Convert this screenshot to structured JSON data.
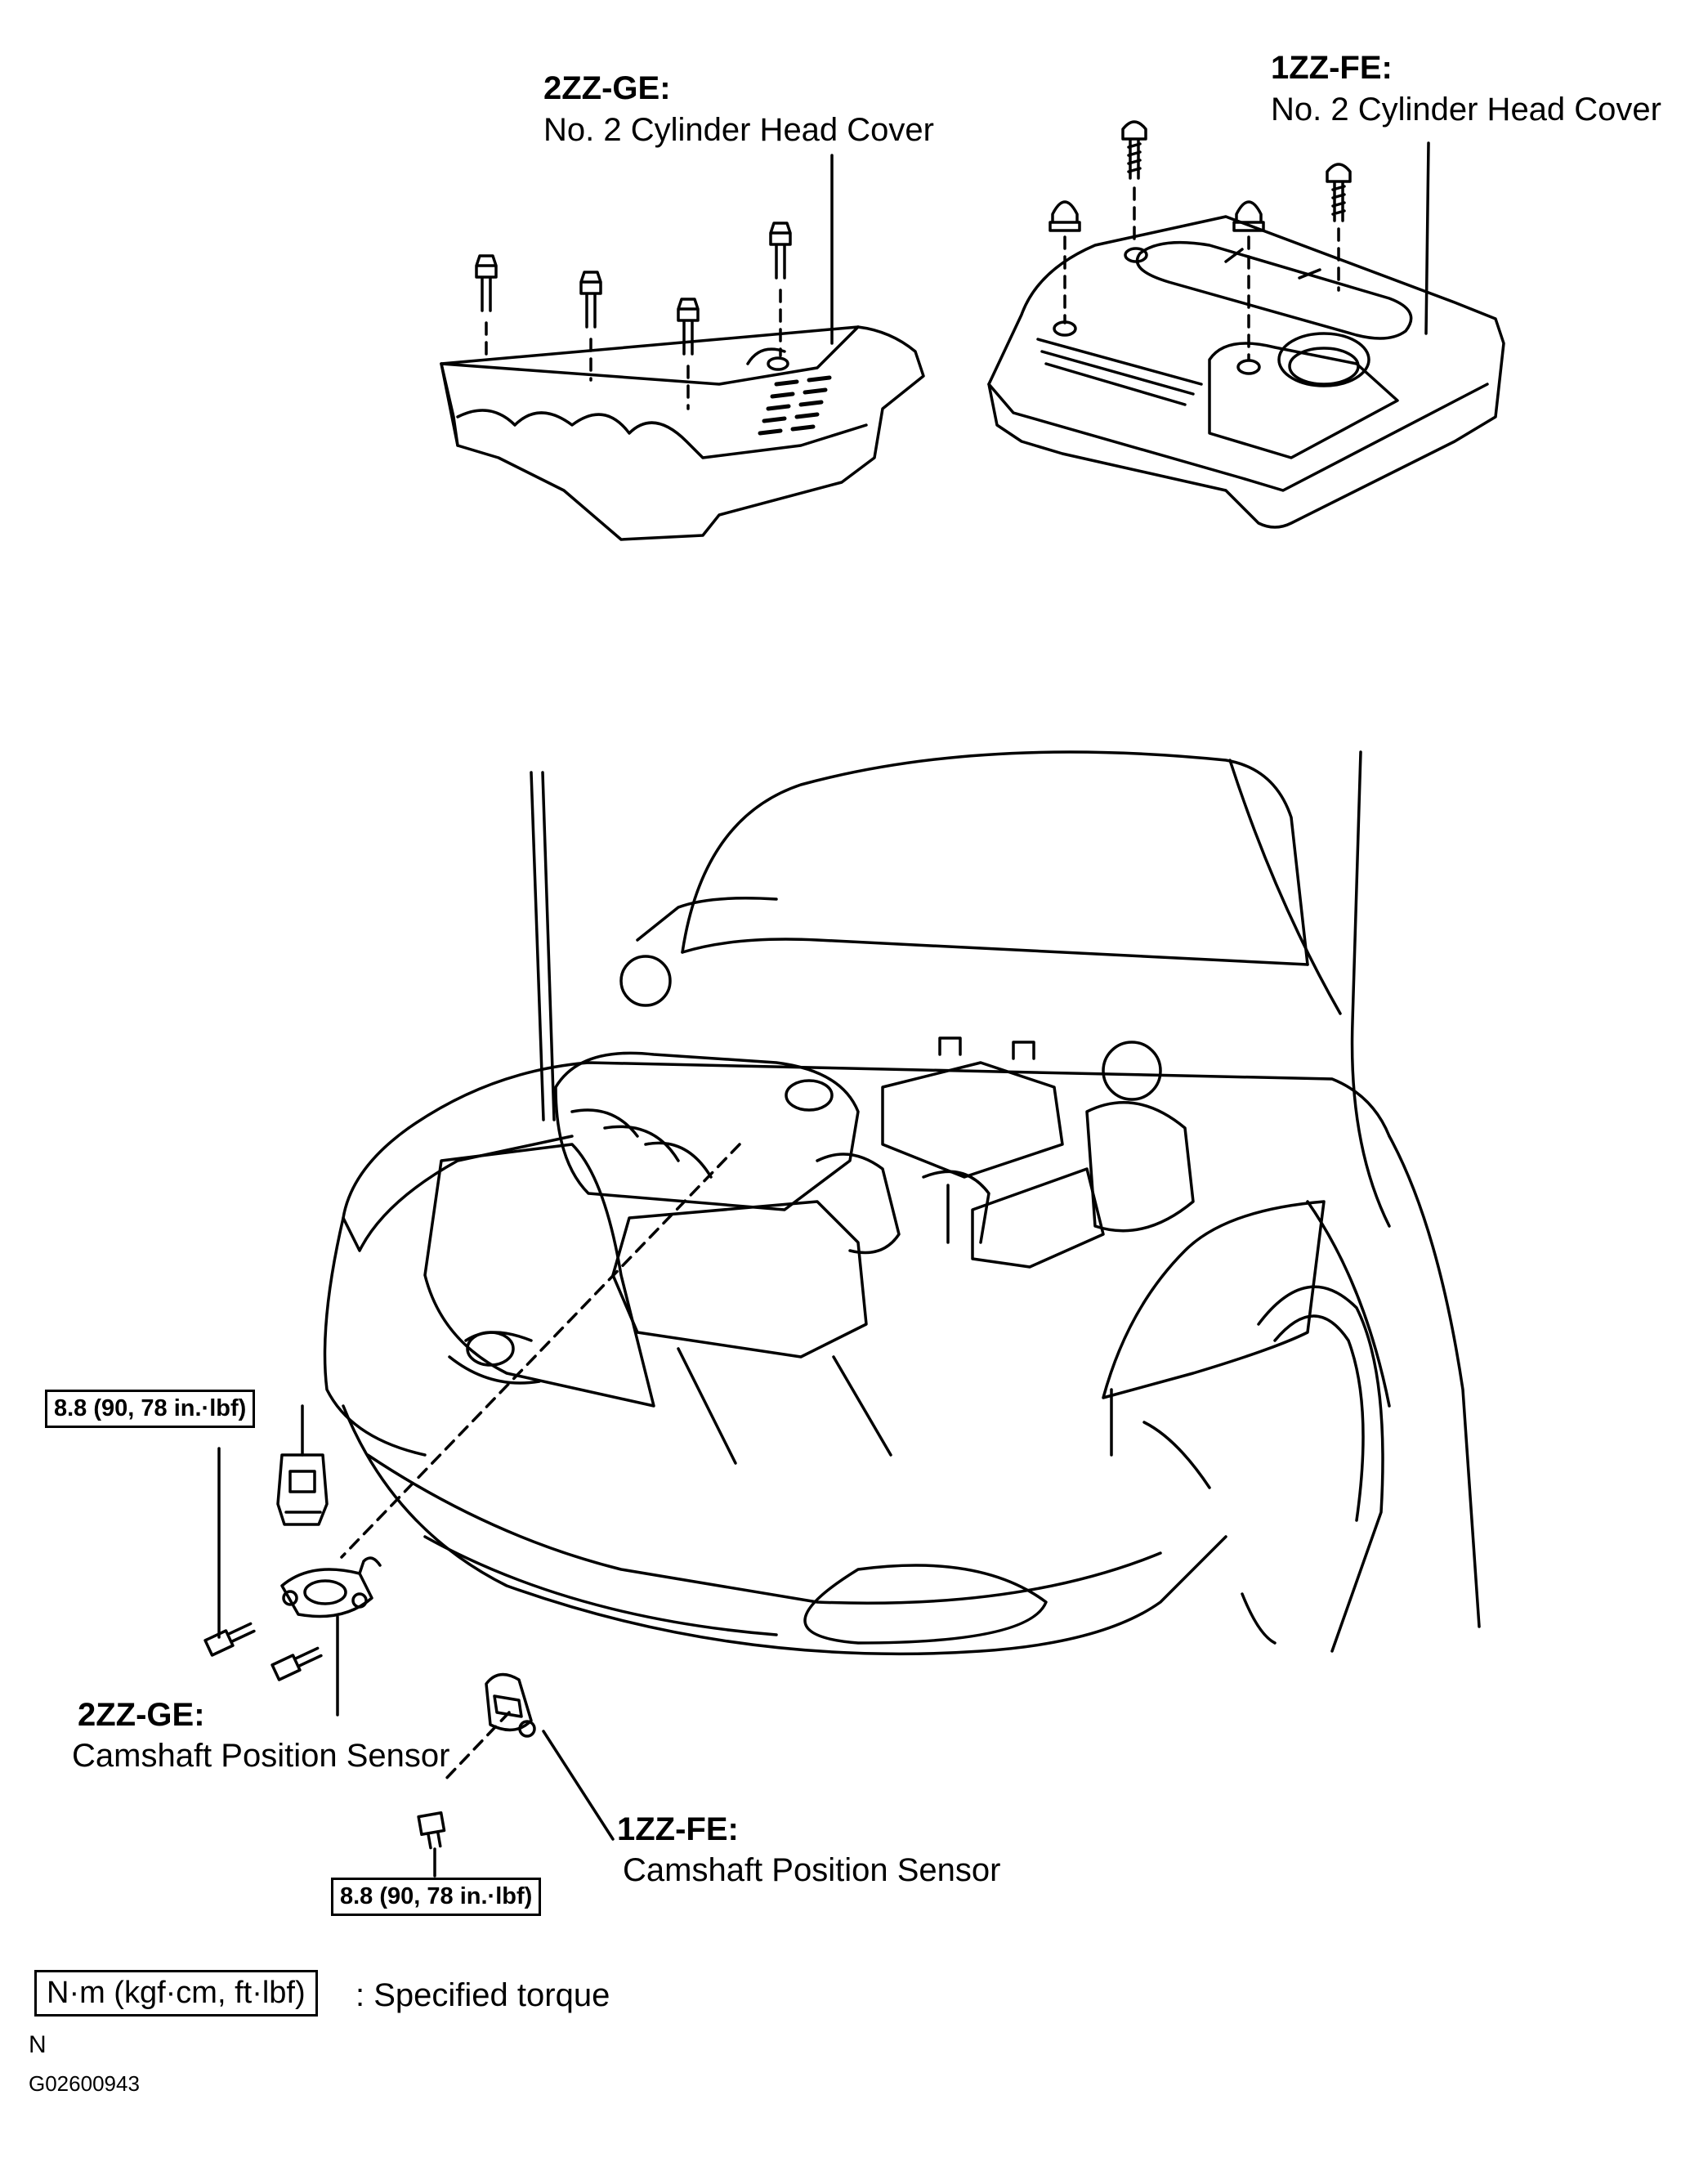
{
  "top_left": {
    "engine": "2ZZ-GE:",
    "part": "No. 2 Cylinder Head Cover"
  },
  "top_right": {
    "engine": "1ZZ-FE:",
    "part": "No. 2 Cylinder Head Cover"
  },
  "sensor_2zz": {
    "engine": "2ZZ-GE:",
    "part": "Camshaft Position Sensor",
    "torque": "8.8 (90, 78 in.·lbf)"
  },
  "sensor_1zz": {
    "engine": "1ZZ-FE:",
    "part": "Camshaft Position Sensor",
    "torque": "8.8 (90, 78 in.·lbf)"
  },
  "legend": {
    "unit_box": "N·m (kgf·cm, ft·lbf)",
    "description": ": Specified torque"
  },
  "footer": {
    "mark": "N",
    "code": "G02600943"
  }
}
